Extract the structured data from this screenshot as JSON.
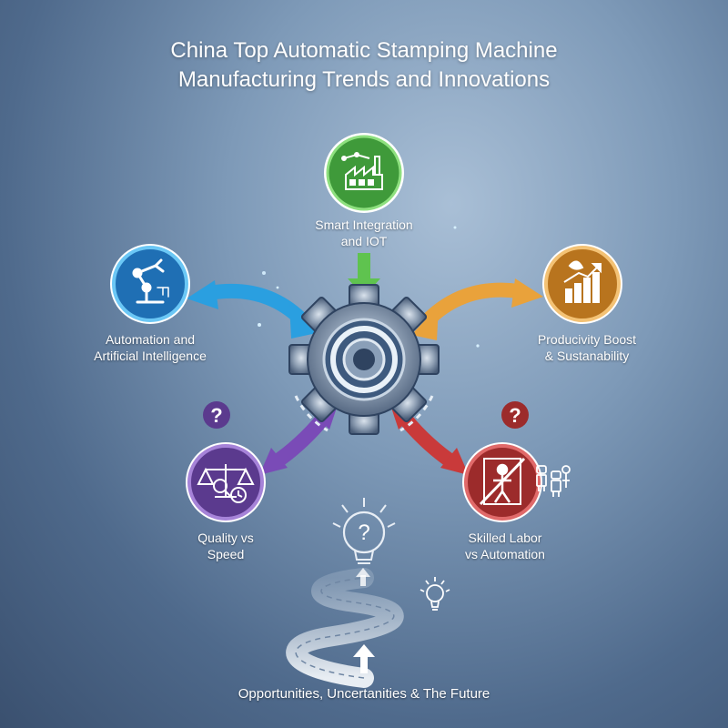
{
  "title": {
    "line1": "China Top Automatic Stamping Machine",
    "line2": "Manufacturing Trends and Innovations"
  },
  "nodes": [
    {
      "id": "smart-integration",
      "line1": "Smart Integration",
      "line2": "and IOT",
      "icon": "factory-icon",
      "color": "#3f9a3a"
    },
    {
      "id": "automation-ai",
      "line1": "Automation and",
      "line2": "Artificial Intelligence",
      "icon": "robot-arm-icon",
      "color": "#1f6fb4"
    },
    {
      "id": "productivity",
      "line1": "Producivity Boost",
      "line2": "& Sustanability",
      "icon": "growth-chart-icon",
      "color": "#b8741e"
    },
    {
      "id": "quality-speed",
      "line1": "Quality vs",
      "line2": "Speed",
      "icon": "scale-clock-icon",
      "color": "#5b3a8e"
    },
    {
      "id": "labor-automation",
      "line1": "Skilled Labor",
      "line2": "vs Automation",
      "icon": "no-worker-icon",
      "color": "#9c2b2b"
    }
  ],
  "question_badges": [
    {
      "id": "quality",
      "text": "?",
      "color": "#5b3a8e"
    },
    {
      "id": "labor",
      "text": "?",
      "color": "#9c2b2b"
    }
  ],
  "bulb_question": "?",
  "footer": "Opportunities, Uncertanities & The Future"
}
